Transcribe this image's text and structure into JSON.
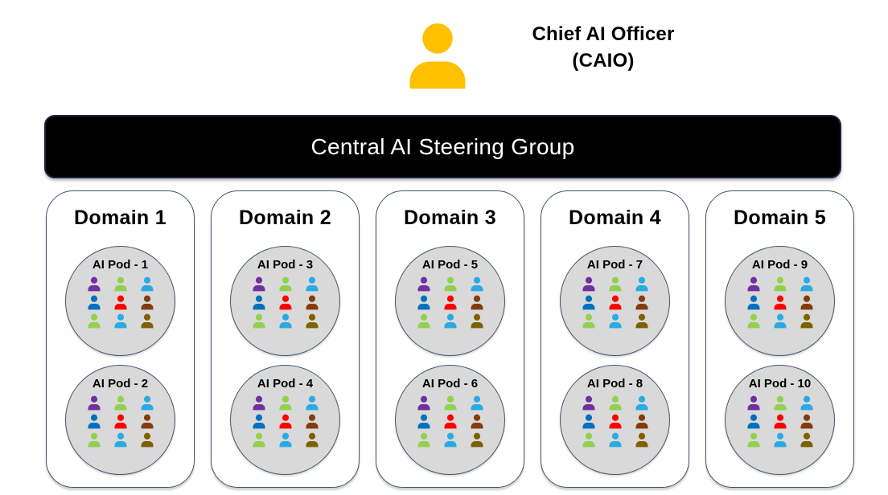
{
  "caio": {
    "title_line1": "Chief AI Officer",
    "title_line2": "(CAIO)",
    "icon_color": "#FFC000"
  },
  "steering_group": {
    "label": "Central AI Steering Group",
    "background": "#000000",
    "text_color": "#FFFFFF"
  },
  "styles": {
    "domain_border": "#44546A",
    "pod_fill": "#D9D9D9",
    "pod_border": "#44546A"
  },
  "pod_member_colors": [
    "#7030A0",
    "#92D050",
    "#29ABE2",
    "#0070C0",
    "#FF0000",
    "#843C0C",
    "#92D050",
    "#29ABE2",
    "#7F6000"
  ],
  "domains": [
    {
      "label": "Domain 1",
      "pods": [
        "AI Pod - 1",
        "AI Pod - 2"
      ]
    },
    {
      "label": "Domain 2",
      "pods": [
        "AI Pod - 3",
        "AI Pod - 4"
      ]
    },
    {
      "label": "Domain 3",
      "pods": [
        "AI Pod - 5",
        "AI Pod - 6"
      ]
    },
    {
      "label": "Domain 4",
      "pods": [
        "AI Pod - 7",
        "AI Pod - 8"
      ]
    },
    {
      "label": "Domain 5",
      "pods": [
        "AI Pod - 9",
        "AI Pod - 10"
      ]
    }
  ]
}
